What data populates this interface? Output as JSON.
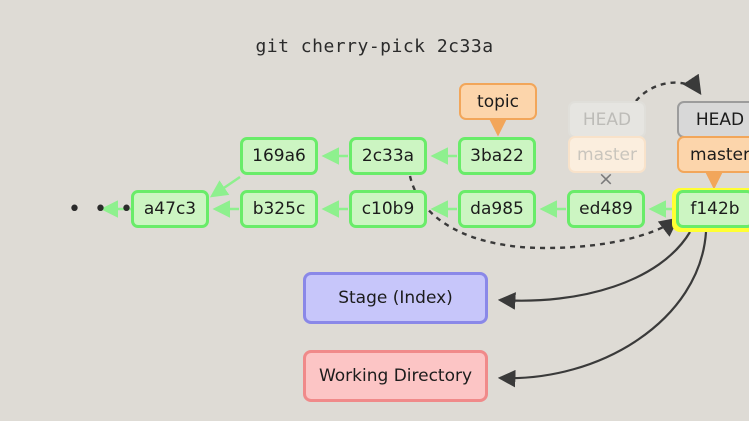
{
  "diagram": {
    "title": "git cherry-pick 2c33a",
    "background_color": "#dedbd5",
    "type": "git-commit-graph"
  },
  "commits": {
    "ellipsis": "• • •",
    "row_top": [
      {
        "id": "169a6",
        "label": "169a6"
      },
      {
        "id": "2c33a",
        "label": "2c33a"
      },
      {
        "id": "3ba22",
        "label": "3ba22"
      }
    ],
    "row_bottom": [
      {
        "id": "a47c3",
        "label": "a47c3"
      },
      {
        "id": "b325c",
        "label": "b325c"
      },
      {
        "id": "c10b9",
        "label": "c10b9"
      },
      {
        "id": "da985",
        "label": "da985"
      },
      {
        "id": "ed489",
        "label": "ed489"
      },
      {
        "id": "f142b",
        "label": "f142b",
        "highlighted": true
      }
    ]
  },
  "refs": {
    "topic": {
      "label": "topic",
      "color": "#fcd5ab",
      "points_to": "3ba22"
    },
    "head_old": {
      "label": "HEAD",
      "color": "#e6e5e1",
      "faded": true
    },
    "master_old": {
      "label": "master",
      "color": "#fbeede",
      "faded": true
    },
    "head_new": {
      "label": "HEAD",
      "color": "#d8d8d8",
      "points_to": "f142b"
    },
    "master_new": {
      "label": "master",
      "color": "#fcd5ab",
      "points_to": "f142b"
    },
    "detach_mark": "×"
  },
  "areas": {
    "stage": {
      "label": "Stage (Index)",
      "color": "#c7c6fa"
    },
    "working_directory": {
      "label": "Working Directory",
      "color": "#fcc5c5"
    }
  },
  "colors": {
    "commit_fill": "#ccf5c2",
    "commit_border": "#69ec69",
    "highlight": "#ffff33",
    "arrow_dark": "#3a3a3a",
    "arrow_green": "#8ef08e",
    "arrow_orange": "#f2a65a"
  }
}
